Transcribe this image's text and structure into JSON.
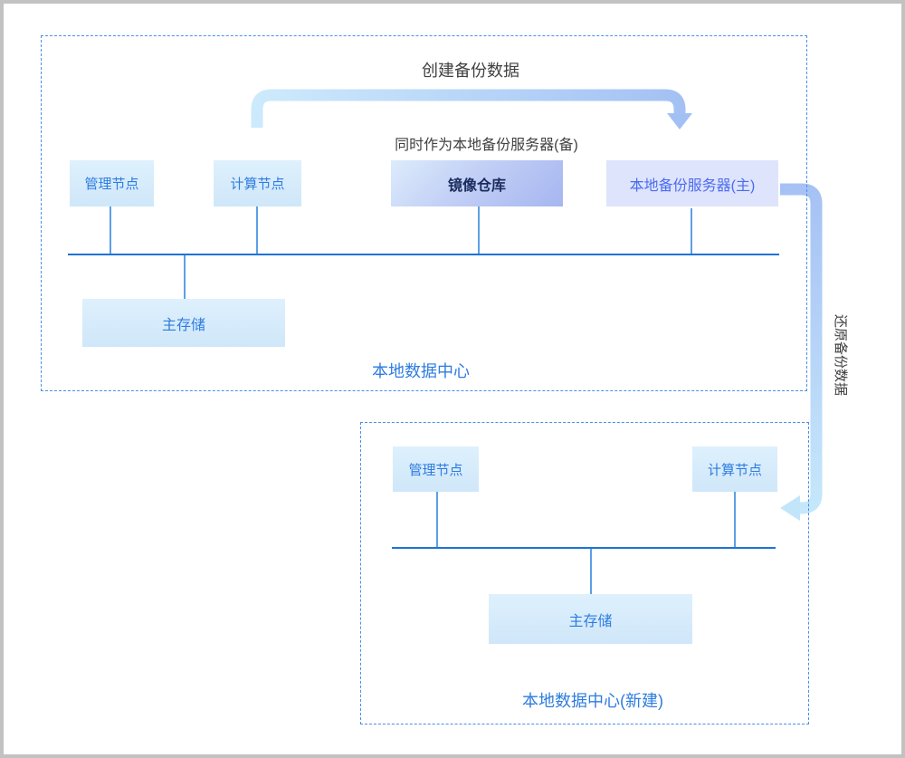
{
  "local_dc": {
    "label": "本地数据中心",
    "create_backup_label": "创建备份数据",
    "standby_note": "同时作为本地备份服务器(备)",
    "nodes": {
      "mgmt": "管理节点",
      "compute": "计算节点",
      "mirror": "镜像仓库",
      "backup_primary": "本地备份服务器(主)",
      "storage": "主存储"
    }
  },
  "restore_label": "还原备份数据",
  "new_dc": {
    "label": "本地数据中心(新建)",
    "nodes": {
      "mgmt": "管理节点",
      "compute": "计算节点",
      "storage": "主存储"
    }
  },
  "colors": {
    "accent_blue_text": "#2e7ce0",
    "bus_line": "#1f72d8",
    "stub_line": "#5c9fe6",
    "dashed_border": "#4a8fe8",
    "node_bg": "#d8ecfb",
    "mirror_gradient_start": "#dcecfb",
    "mirror_gradient_end": "#a6b6f0",
    "mirror_text": "#1b2c5e",
    "backup_primary_bg": "#dee4fb",
    "backup_primary_text": "#4a6bf0",
    "arrow_gradient_light": "#cdeafc",
    "arrow_gradient_dark": "#a3c0f4",
    "annotation_text": "#414141",
    "outer_frame_border": "#c2c2c2"
  }
}
